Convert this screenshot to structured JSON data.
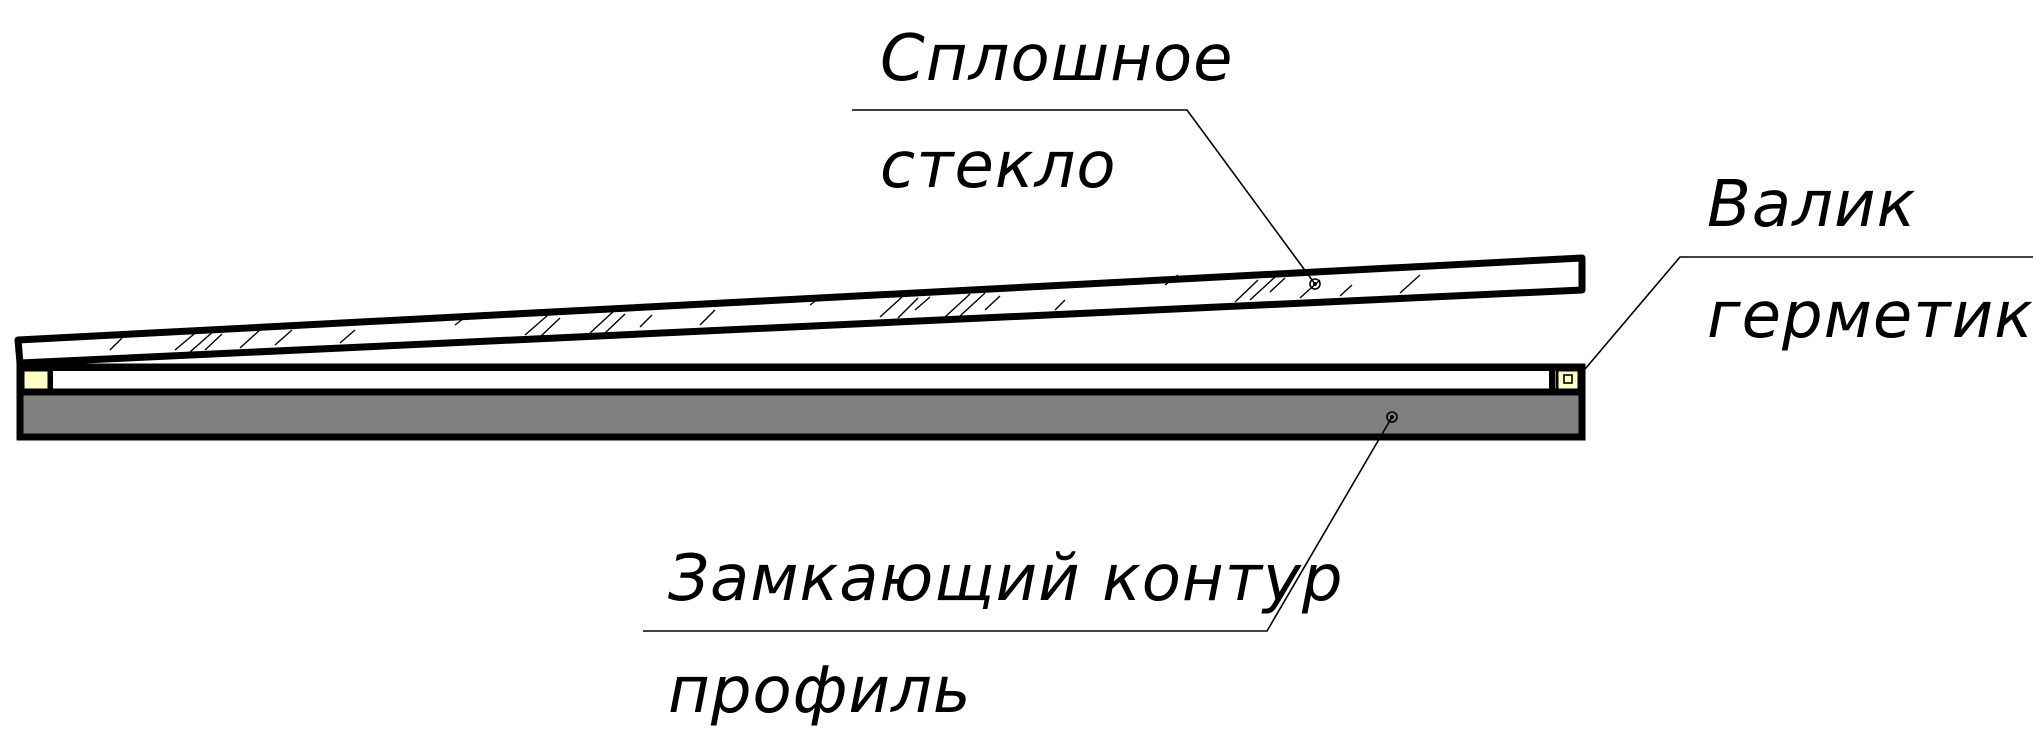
{
  "callouts": {
    "glass": {
      "line1": "Сплошное",
      "line2": "стекло"
    },
    "sealant": {
      "line1": "Валик",
      "line2": "герметика"
    },
    "frame": {
      "line1": "Замкающий контур",
      "line2": "профиль"
    }
  },
  "colors": {
    "profile_fill": "#808080",
    "sealant_fill": "#ffffc0",
    "line": "#000000",
    "background": "#ffffff"
  }
}
